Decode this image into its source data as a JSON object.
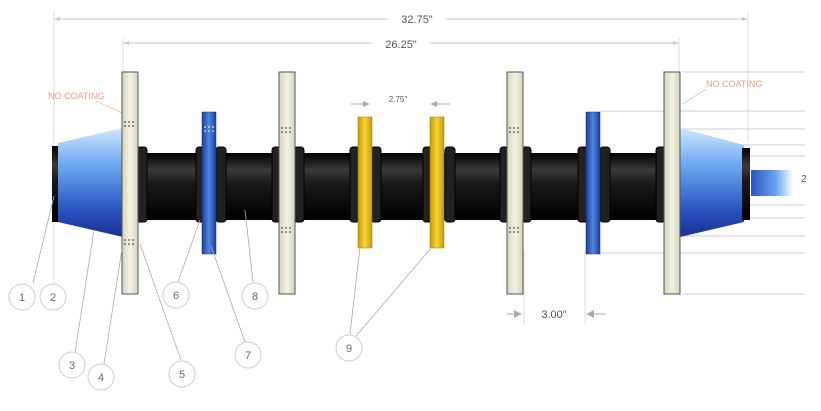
{
  "dimensions": {
    "overall": "32.75\"",
    "between_flanges": "26.25\"",
    "center_spacing": "2.75\"",
    "offset": "3.00\""
  },
  "notes": {
    "left": "NO COATING",
    "right": "NO COATING"
  },
  "right_edge_label": "2",
  "callouts": [
    "1",
    "2",
    "3",
    "4",
    "5",
    "6",
    "7",
    "8",
    "9"
  ],
  "colors": {
    "pipe": "#111111",
    "flange": "#e8e6d4",
    "blue_collar": "#2a55c2",
    "yellow_ring": "#f0c418",
    "note": "#e8a080"
  }
}
